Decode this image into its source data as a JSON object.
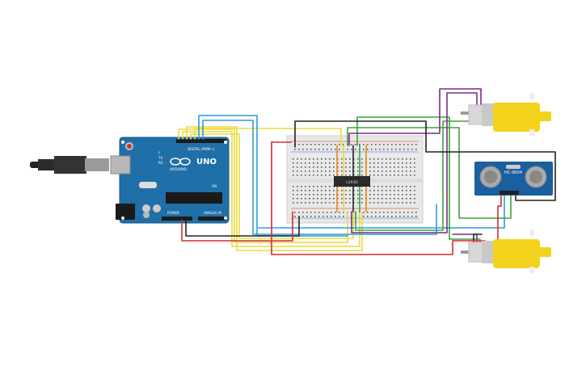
{
  "arduino": {
    "brand": "ARDUINO",
    "model": "UNO",
    "digital_header": "DIGITAL (PWM~)",
    "power_header": "POWER",
    "analog_header": "ANALOG IN",
    "tx_label": "TX",
    "rx_label": "RX",
    "l_label": "L",
    "on_label": "ON"
  },
  "driver_chip": {
    "label": "L293D"
  },
  "sensor": {
    "label": "HC-SR04"
  },
  "colors": {
    "board": "#1f6fa8",
    "breadboard": "#e8e8e8",
    "motor": "#f2d21b",
    "sensor": "#1b5fa0",
    "wire_red": "#d62b2b",
    "wire_black": "#222222",
    "wire_blue": "#2f9bd6",
    "wire_yellow": "#eadb3c",
    "wire_green": "#3aa53a",
    "wire_purple": "#7b2c86",
    "wire_orange": "#e58a1f"
  }
}
